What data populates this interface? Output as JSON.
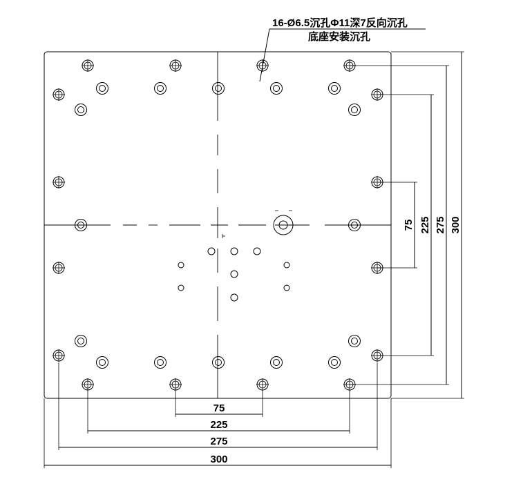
{
  "annotation": {
    "line1": "16-Ø6.5沉孔Φ11深7反向沉孔",
    "line2": "底座安装沉孔"
  },
  "dimensions": {
    "bottom": [
      "75",
      "225",
      "275",
      "300"
    ],
    "right": [
      "75",
      "225",
      "275",
      "300"
    ]
  }
}
